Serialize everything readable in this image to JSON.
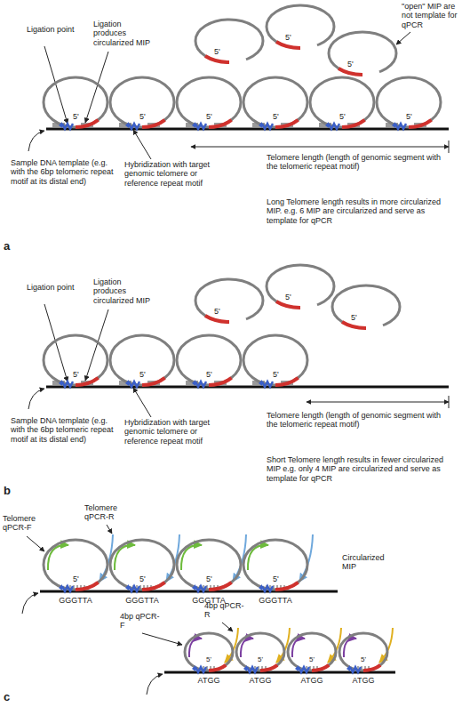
{
  "diagram": {
    "labels": [
      "Ligation point",
      "Ligation produces circularized MIP",
      "\"open\" MIP are not template for qPCR",
      "5'",
      "5'",
      "5'",
      "5'",
      "5'",
      "5'",
      "5'",
      "5'",
      "5'",
      "Sample DNA template (e.g. with the 6bp telomeric repeat motif at its distal end)",
      "Hybridization with target genomic telomere or reference repeat motif",
      "Telomere length (length of genomic segment with the telomeric repeat motif)",
      "Long Telomere length results in more circularized MIP. e.g. 6 MIP are circularized and serve as template for qPCR",
      "a",
      "Ligation point",
      "Ligation produces circularized MIP",
      "5'",
      "5'",
      "5'",
      "5'",
      "5'",
      "5'",
      "5'",
      "Sample DNA template (e.g. with the 6bp telomeric repeat motif at its distal end)",
      "Hybridization with target genomic telomere or reference repeat motif",
      "Telomere length (length of genomic segment with the telomeric repeat motif)",
      "Short Telomere length results in fewer circularized MIP e.g. only 4 MIP are circularized and serve as template for qPCR",
      "b",
      "Telomere qPCR-F",
      "Telomere qPCR-R",
      "5'",
      "5'",
      "5'",
      "5'",
      "Circularized MIP",
      "GGGTTA",
      "GGGTTA",
      "GGGTTA",
      "GGGTTA",
      "4bp qPCR-F",
      "4bp qPCR-R",
      "5'",
      "5'",
      "5'",
      "5'",
      "ATGG",
      "ATGG",
      "ATGG",
      "ATGG",
      "c"
    ]
  }
}
